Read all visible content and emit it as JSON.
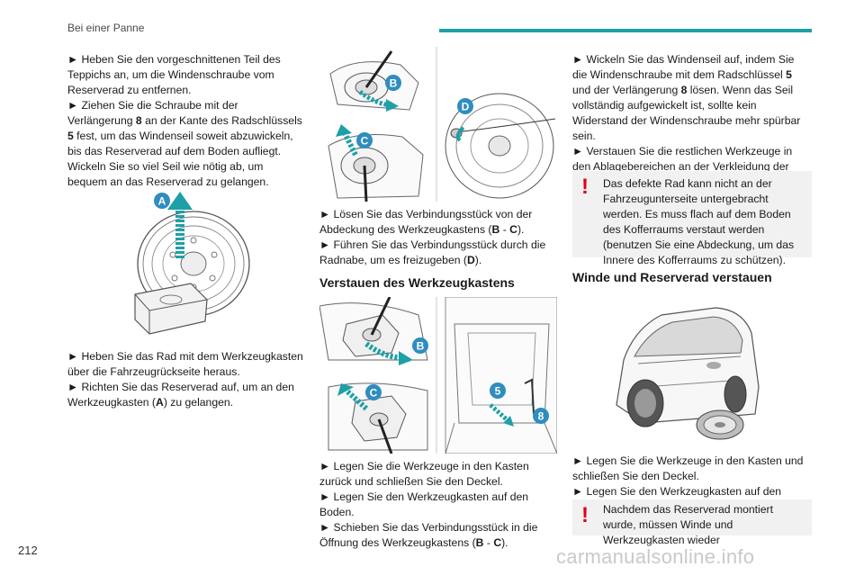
{
  "header": {
    "section_title": "Bei einer Panne"
  },
  "page_number": "212",
  "watermark": "carmanualsonline.info",
  "colors": {
    "accent": "#1da0a6",
    "warning": "#e1001a",
    "badge": "#2f8dbf",
    "arrow": "#1da0a6"
  },
  "col1": {
    "paragraph_1": "► Heben Sie den vorgeschnittenen Teil des Teppichs an, um die Windenschraube vom Reserverad zu entfernen.",
    "paragraph_2_pre": "► Ziehen Sie die Schraube mit der Verlängerung ",
    "paragraph_2_b1": "8",
    "paragraph_2_mid": " an der Kante des Radschlüssels ",
    "paragraph_2_b2": "5",
    "paragraph_2_post": " fest, um das Windenseil soweit abzuwickeln, bis das Reserverad auf dem Boden aufliegt. Wickeln Sie so viel Seil wie nötig ab, um bequem an das Reserverad zu gelangen.",
    "figure_label_a": "A",
    "paragraph_3": "► Heben Sie das Rad mit dem Werkzeugkasten über die Fahrzeugrückseite heraus.",
    "paragraph_4_pre": "► Richten Sie das Reserverad auf, um an den Werkzeugkasten (",
    "paragraph_4_b": "A",
    "paragraph_4_post": ") zu gelangen."
  },
  "col2": {
    "figure1_labels": {
      "b": "B",
      "c": "C",
      "d": "D"
    },
    "paragraph_1_pre": "► Lösen Sie das Verbindungsstück von der Abdeckung des Werkzeugkastens (",
    "paragraph_1_b1": "B",
    "paragraph_1_sep": " - ",
    "paragraph_1_b2": "C",
    "paragraph_1_post": ").",
    "paragraph_2_pre": "► Führen Sie das Verbindungsstück durch die Radnabe, um es freizugeben (",
    "paragraph_2_b": "D",
    "paragraph_2_post": ").",
    "heading": "Verstauen des Werkzeugkastens",
    "figure2_labels": {
      "b": "B",
      "c": "C",
      "five": "5",
      "eight": "8"
    },
    "paragraph_3": "► Legen Sie die Werkzeuge in den Kasten zurück und schließen Sie den Deckel.",
    "paragraph_4": "► Legen Sie den Werkzeugkasten auf den Boden.",
    "paragraph_5_pre": "► Schieben Sie das Verbindungsstück in die Öffnung des Werkzeugkastens (",
    "paragraph_5_b1": "B",
    "paragraph_5_sep": " - ",
    "paragraph_5_b2": "C",
    "paragraph_5_post": ")."
  },
  "col3": {
    "paragraph_1_pre": "► Wickeln Sie das Windenseil auf, indem Sie die Windenschraube mit dem Radschlüssel ",
    "paragraph_1_b1": "5",
    "paragraph_1_mid": " und der Verlängerung ",
    "paragraph_1_b2": "8",
    "paragraph_1_post": " lösen. Wenn das Seil vollständig aufgewickelt ist, sollte kein Widerstand der Windenschraube mehr spürbar sein.",
    "paragraph_2": "► Verstauen Sie die restlichen Werkzeuge in den Ablagebereichen an der Verkleidung der Kofferraumschwelle.",
    "warning_1": "Das defekte Rad kann nicht an der Fahrzeugunterseite untergebracht werden. Es muss flach auf dem Boden des Kofferraums verstaut werden (benutzen Sie eine Abdeckung, um das Innere des Kofferraums zu schützen).",
    "heading": "Winde und Reserverad verstauen",
    "paragraph_3": "► Legen Sie die Werkzeuge in den Kasten und schließen Sie den Deckel.",
    "paragraph_4": "► Legen Sie den Werkzeugkasten auf den Boden.",
    "warning_2": "Nachdem das Reserverad montiert wurde, müssen Winde und Werkzeugkasten wieder"
  }
}
